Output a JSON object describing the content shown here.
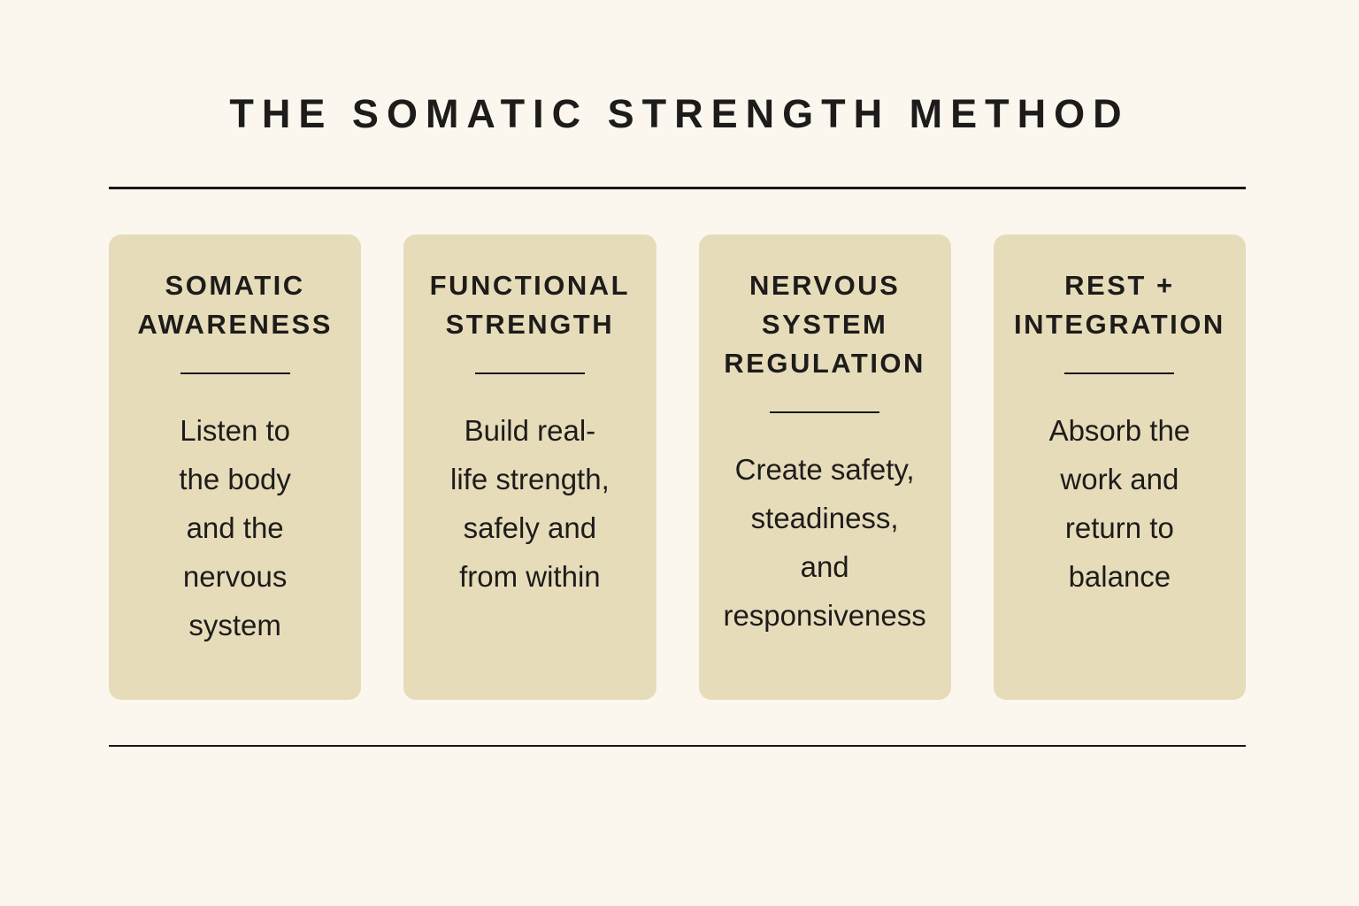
{
  "title": "THE SOMATIC STRENGTH METHOD",
  "colors": {
    "background": "#fbf7ef",
    "card": "#e7dcba",
    "text": "#1d1c1a",
    "rule": "#171717"
  },
  "cards": [
    {
      "heading": "SOMATIC\nAWARENESS",
      "body": "Listen to\nthe body\nand the\nnervous\nsystem"
    },
    {
      "heading": "FUNCTIONAL\nSTRENGTH",
      "body": "Build real-\nlife strength,\nsafely and\nfrom within"
    },
    {
      "heading": "NERVOUS\nSYSTEM\nREGULATION",
      "body": "Create safety,\nsteadiness,\nand\nresponsiveness"
    },
    {
      "heading": "REST +\nINTEGRATION",
      "body": "Absorb the\nwork and\nreturn to\nbalance"
    }
  ]
}
